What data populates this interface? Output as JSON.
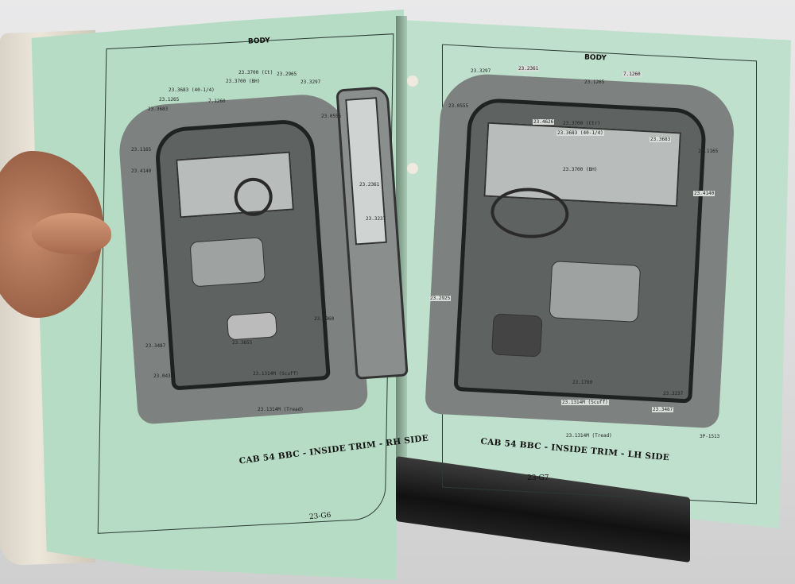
{
  "left_page": {
    "header": "BODY",
    "caption": "CAB 54 BBC - INSIDE TRIM - RH SIDE",
    "page_number": "23-G6",
    "labels": [
      "23.3683",
      "23.1265",
      "23.3683 (40-1/4)",
      "7.1260",
      "23.3700 (BH)",
      "23.3700 (Ct)",
      "23.2965",
      "23.3297",
      "23.0555",
      "23.2361",
      "23.3237",
      "23.1165",
      "23.4140",
      "23.1314M (Scuff)",
      "23.1314M (Tread)",
      "23.3655",
      "23.1960",
      "23.3487",
      "23.0430"
    ]
  },
  "right_page": {
    "header": "BODY",
    "caption": "CAB 54 BBC - INSIDE TRIM - LH SIDE",
    "page_number": "23-G7",
    "labels": [
      "23.3297",
      "23.2361",
      "23.1265",
      "7.1260",
      "23.0555",
      "23.4626",
      "23.3700 (Ctr)",
      "23.3683 (40-1/4)",
      "23.3700 (BH)",
      "23.3683",
      "23.1165",
      "23.4140",
      "23.1314M (Tread)",
      "23.1314M (Scuff)",
      "23.1760",
      "23.3487",
      "23.3237",
      "23.2925"
    ],
    "figure_code": "3P-1513"
  }
}
